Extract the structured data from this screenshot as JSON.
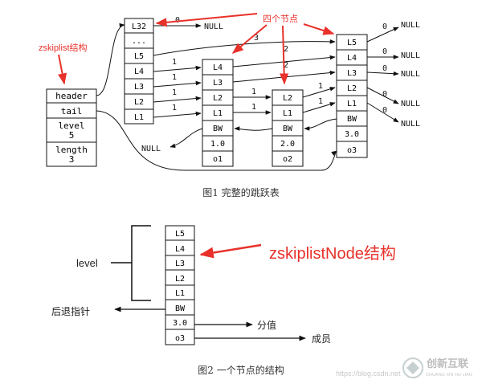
{
  "fig1": {
    "caption": "图1  完整的跳跃表",
    "annotation_structure": "zskiplist结构",
    "annotation_nodes": "四个节点",
    "header_struct": {
      "header": "header",
      "tail": "tail",
      "level_label": "level",
      "level_value": "5",
      "length_label": "length",
      "length_value": "3"
    },
    "head_node": {
      "levels": [
        "L32",
        "...",
        "L5",
        "L4",
        "L3",
        "L2",
        "L1"
      ]
    },
    "node1": {
      "levels": [
        "L4",
        "L3",
        "L2",
        "L1"
      ],
      "backward": "BW",
      "score": "1.0",
      "obj": "o1"
    },
    "node2": {
      "levels": [
        "L2",
        "L1"
      ],
      "backward": "BW",
      "score": "2.0",
      "obj": "o2"
    },
    "node3": {
      "levels": [
        "L5",
        "L4",
        "L3",
        "L2",
        "L1"
      ],
      "backward": "BW",
      "score": "3.0",
      "obj": "o3"
    },
    "spans": {
      "head_l5": "3",
      "head_l4": "1",
      "head_l3": "1",
      "head_l2": "1",
      "head_l1": "1",
      "n1_l4": "2",
      "n1_l3": "2",
      "n1_l2": "1",
      "n1_l1": "1",
      "n2_l2": "1",
      "n2_l1": "1",
      "head_l32": "0",
      "n3_l5": "0",
      "n3_l4": "0",
      "n3_l3": "0",
      "n3_l2": "0",
      "n3_l1": "0"
    },
    "null_label": "NULL"
  },
  "fig2": {
    "caption": "图2  一个节点的结构",
    "levels": [
      "L5",
      "L4",
      "L3",
      "L2",
      "L1"
    ],
    "backward": "BW",
    "score": "3.0",
    "obj": "o3",
    "level_label": "level",
    "backward_label": "后退指针",
    "score_label": "分值",
    "member_label": "成员",
    "annotation": "zskiplistNode结构"
  },
  "watermark": {
    "url": "https://blog.csdn.net",
    "brand_cn": "创新互联",
    "brand_en": "CHUANG XIN HU LIAN"
  },
  "colors": {
    "annotation_red": "#e8312a",
    "line": "#111111"
  }
}
